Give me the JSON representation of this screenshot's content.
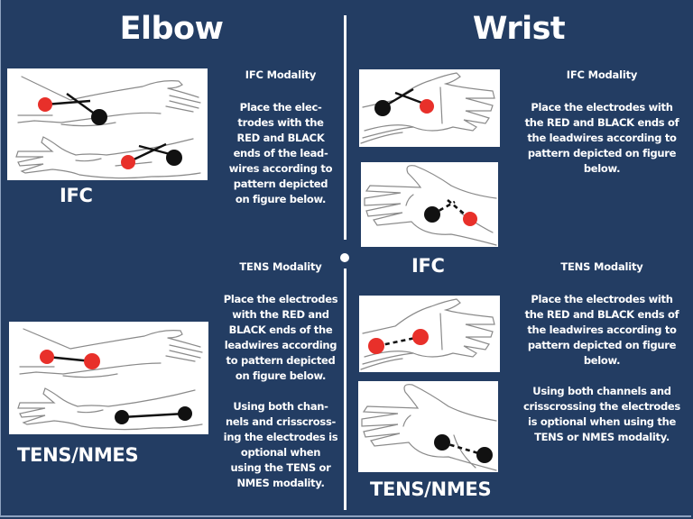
{
  "elbow": {
    "title": "Elbow",
    "ifc": {
      "label": "IFC",
      "heading": "IFC Modality",
      "paragraphs": [
        [
          "Place the elec-",
          "trodes with the",
          "RED and BLACK",
          "ends of the lead-",
          "wires according to",
          "pattern depicted",
          "on figure below."
        ]
      ]
    },
    "tens": {
      "label": "TENS/NMES",
      "heading": "TENS Modality",
      "paragraphs": [
        [
          "Place the electrodes",
          "with the RED and",
          "BLACK ends of the",
          "leadwires according",
          "to pattern depicted",
          "on figure below."
        ],
        [
          "Using both chan-",
          "nels and crisscross-",
          "ing the electrodes is",
          "optional when",
          "using the TENS or",
          "NMES modality."
        ]
      ]
    }
  },
  "wrist": {
    "title": "Wrist",
    "ifc": {
      "label": "IFC",
      "heading": "IFC Modality",
      "paragraphs": [
        [
          "Place the electrodes with",
          "the RED and BLACK ends of",
          "the leadwires according to",
          "pattern depicted on figure",
          "below."
        ]
      ]
    },
    "tens": {
      "label": "TENS/NMES",
      "heading": "TENS Modality",
      "paragraphs": [
        [
          "Place the electrodes with",
          "the RED and BLACK ends of",
          "the leadwires according to",
          "pattern depicted on figure",
          "below."
        ],
        [
          "Using both channels and",
          "crisscrossing the electrodes",
          "is optional when using the",
          "TENS or NMES modality."
        ]
      ]
    }
  },
  "figures": {
    "elbow_ifc": [
      "Forearm (dorsal) with RED and BLACK electrodes, crossed leadwire",
      "Forearm (volar) with RED and BLACK electrodes, crossed leadwire"
    ],
    "elbow_tens": [
      "Forearm with two RED electrodes connected",
      "Forearm with two BLACK electrodes connected"
    ],
    "wrist_ifc": [
      "Hand dorsum with BLACK and RED electrodes, crossed leadwire",
      "Palm with BLACK and RED electrodes, crossed dashed leadwire"
    ],
    "wrist_tens": [
      "Hand dorsum with two RED electrodes, dashed leadwire",
      "Palm with two BLACK electrodes, dashed leadwire"
    ]
  },
  "colors": {
    "background": "#233d63",
    "electrode_red": "#e8302a",
    "electrode_black": "#111111",
    "text": "#ffffff"
  }
}
